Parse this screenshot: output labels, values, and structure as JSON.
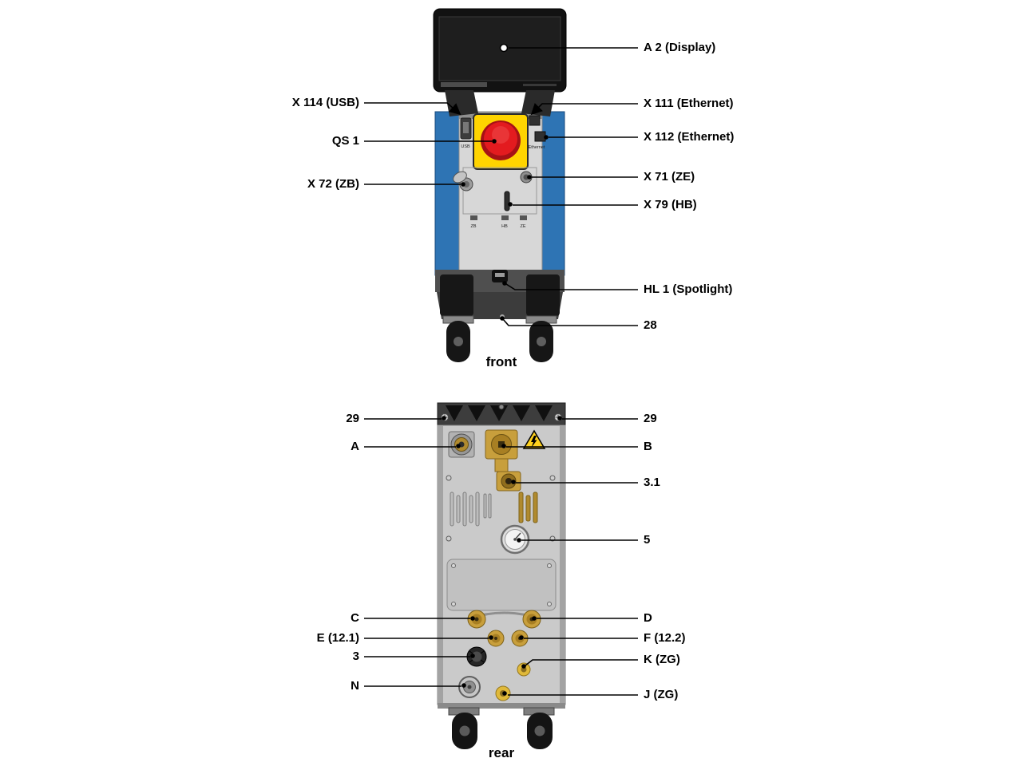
{
  "front": {
    "caption": "front",
    "labels": {
      "a2": "A 2 (Display)",
      "x114": "X 114 (USB)",
      "x111": "X 111 (Ethernet)",
      "qs1": "QS 1",
      "x112": "X 112 (Ethernet)",
      "x72": "X 72 (ZB)",
      "x71": "X 71 (ZE)",
      "x79": "X 79 (HB)",
      "hl1": "HL 1 (Spotlight)",
      "n28": "28"
    },
    "panel_labels": {
      "usb": "USB",
      "ethernet": "Ethernet",
      "zb": "ZB",
      "hb": "HB",
      "ze": "ZE"
    }
  },
  "rear": {
    "caption": "rear",
    "labels": {
      "n29_left": "29",
      "n29_right": "29",
      "a": "A",
      "b": "B",
      "p31": "3.1",
      "p5": "5",
      "c": "C",
      "d": "D",
      "e": "E (12.1)",
      "f": "F (12.2)",
      "p3": "3",
      "k": "K (ZG)",
      "n": "N",
      "j": "J (ZG)"
    }
  },
  "colors": {
    "body_blue": "#2e74b4",
    "estop_red": "#e31b1f",
    "estop_yellow": "#ffd400",
    "brass": "#c89f3c",
    "line": "#000000"
  }
}
